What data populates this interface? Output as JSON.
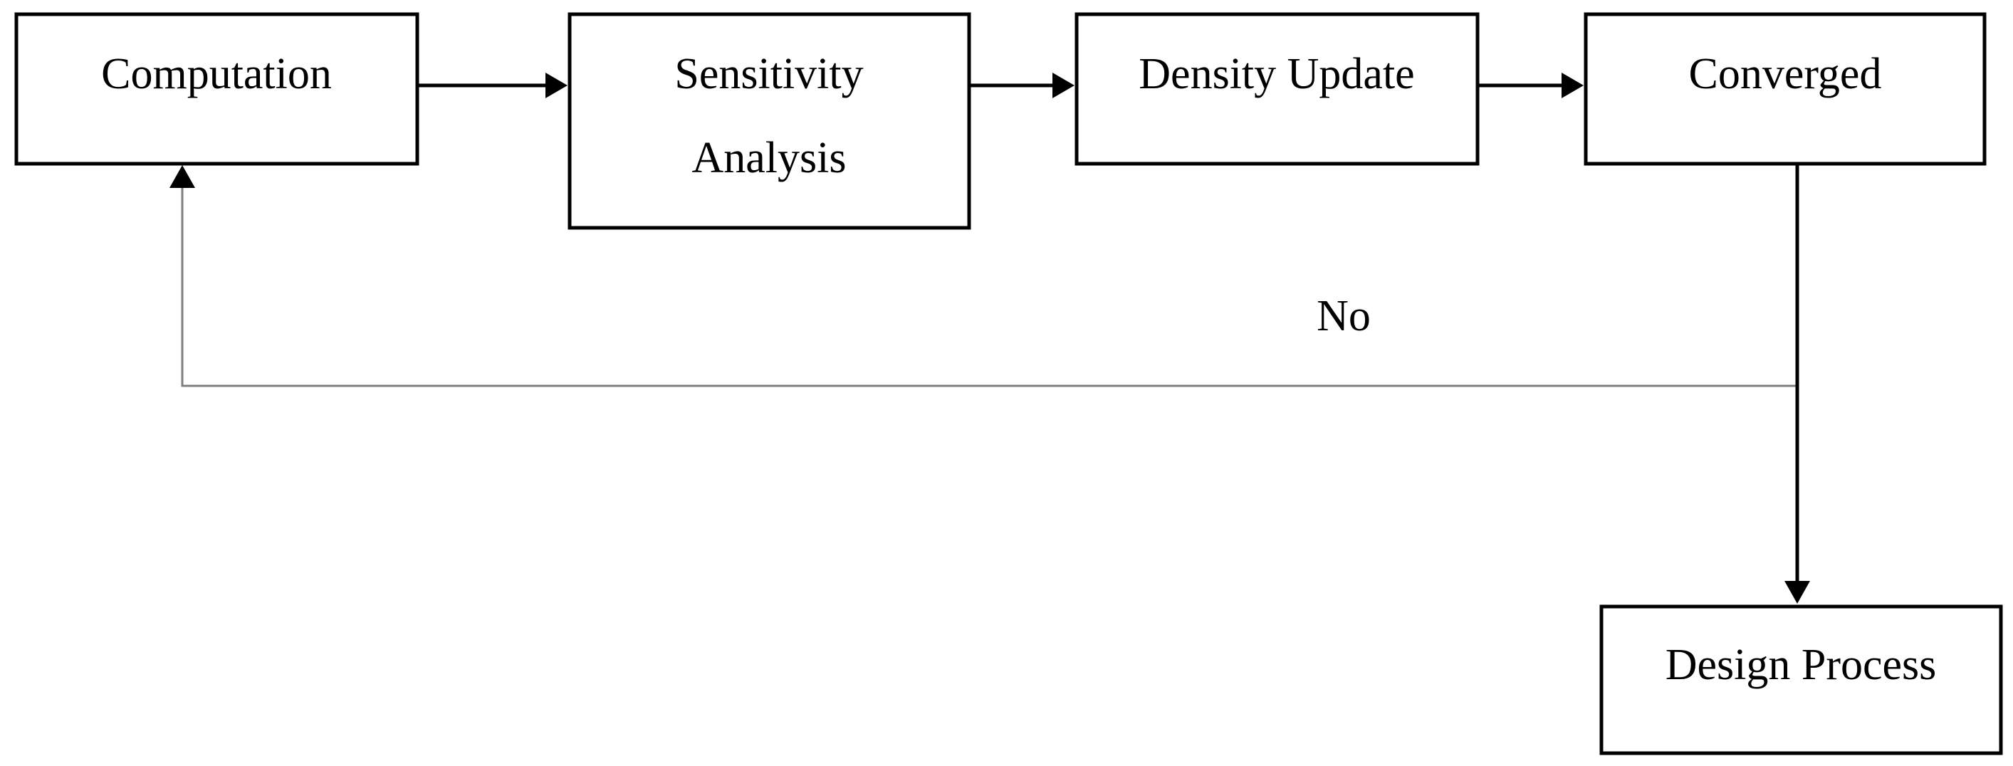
{
  "diagram": {
    "nodes": {
      "computation": "Computation",
      "sensitivity_line1": "Sensitivity",
      "sensitivity_line2": "Analysis",
      "density_update": "Density Update",
      "converged": "Converged",
      "design_process": "Design Process"
    },
    "edges": {
      "loop_label": "No"
    }
  }
}
